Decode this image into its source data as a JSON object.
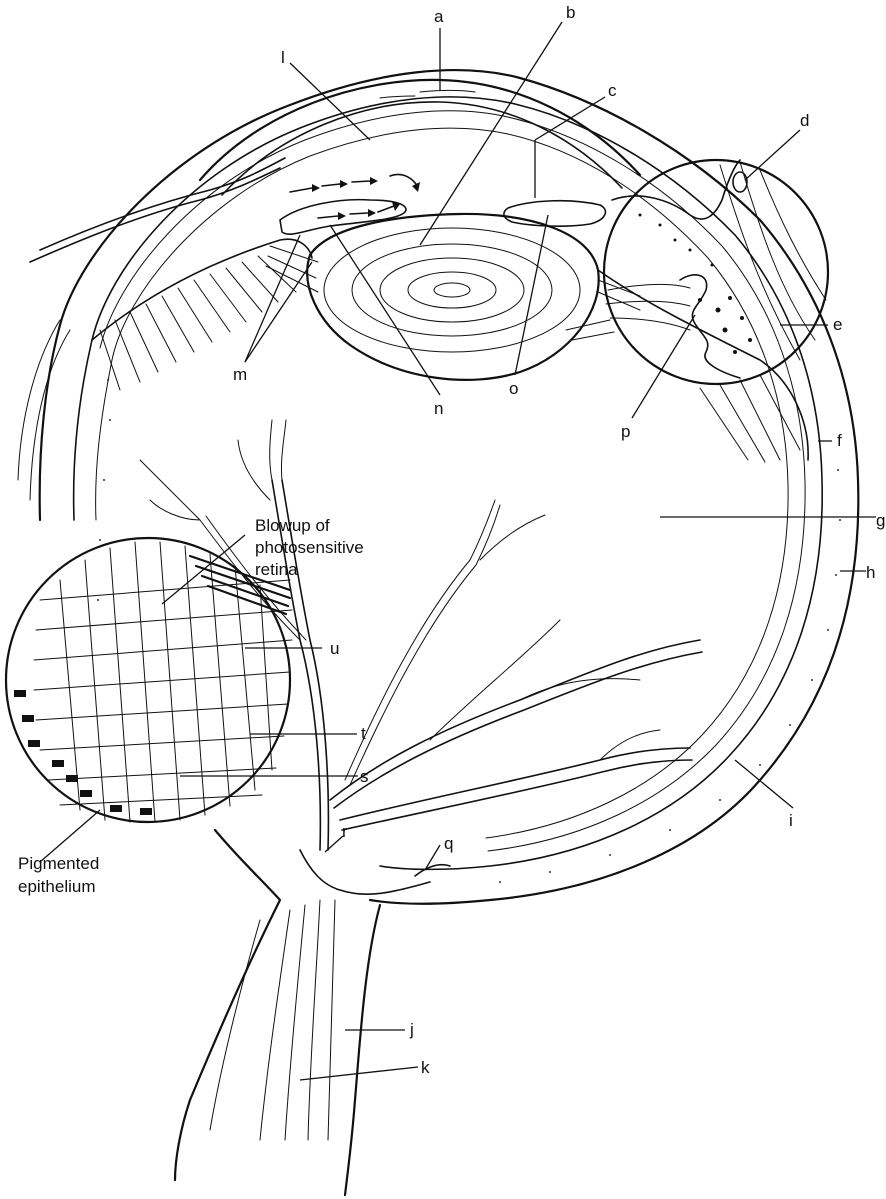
{
  "labels": {
    "a": "a",
    "b": "b",
    "c": "c",
    "d": "d",
    "e": "e",
    "f": "f",
    "g": "g",
    "h": "h",
    "i": "i",
    "j": "j",
    "k": "k",
    "l": "l",
    "m": "m",
    "n": "n",
    "o": "o",
    "p": "p",
    "q": "q",
    "r": "r",
    "s": "s",
    "t": "t",
    "u": "u"
  },
  "captions": {
    "retina_blowup": [
      "Blowup of",
      "photosensitive",
      "retina"
    ],
    "pigmented_epithelium": [
      "Pigmented",
      "epithelium"
    ]
  }
}
